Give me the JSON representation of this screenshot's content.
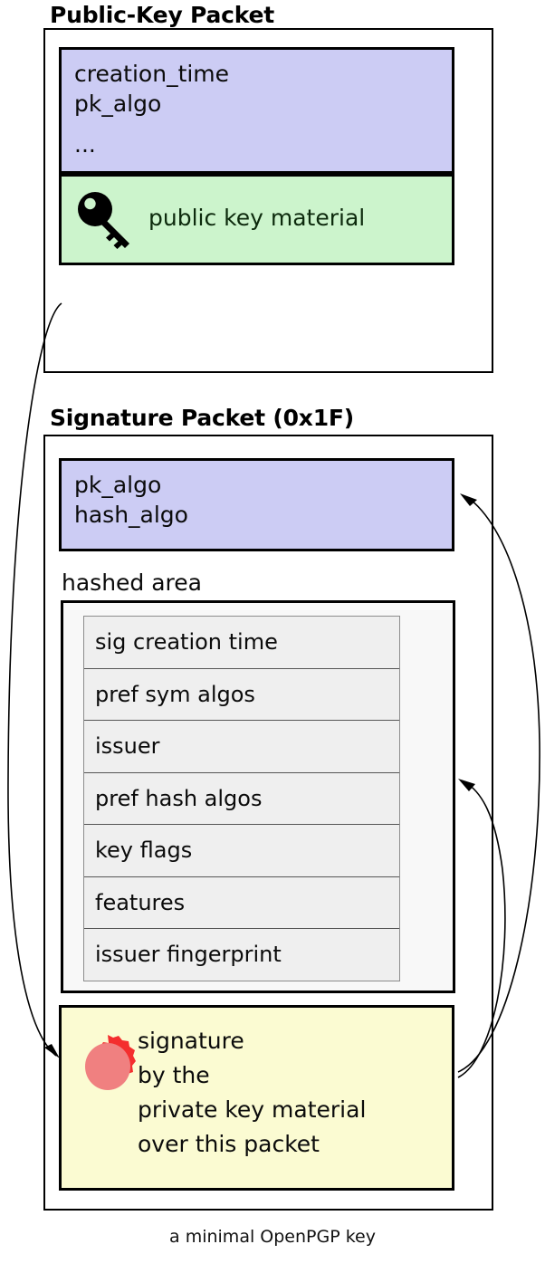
{
  "diagram": {
    "caption": "a minimal OpenPGP key"
  },
  "public_key_packet": {
    "title": "Public-Key Packet",
    "header_fields": {
      "lines": [
        "creation_time",
        "pk_algo",
        "..."
      ]
    },
    "key_material": {
      "label": "public key material",
      "icon": "key-icon"
    }
  },
  "signature_packet": {
    "title": "Signature Packet (0x1F)",
    "algo_fields": {
      "lines": [
        "pk_algo",
        "hash_algo"
      ]
    },
    "hashed_area": {
      "label": "hashed area",
      "subpackets": [
        "sig creation time",
        "pref sym algos",
        "issuer",
        "pref hash algos",
        "key flags",
        "features",
        "issuer fingerprint"
      ]
    },
    "signature_block": {
      "icon": "wax-seal-icon",
      "lines": [
        "signature",
        "by the",
        "private key material",
        "over this packet"
      ]
    }
  },
  "colors": {
    "lavender": "#ccccf4",
    "green": "#ccf4cc",
    "yellow": "#fbfbd2",
    "subpacket_gray": "#efefef",
    "hashed_area_bg": "#f8f8f8",
    "seal_outer": "#f42e2e",
    "seal_inner": "#f08080",
    "stroke": "#000000"
  },
  "arrows": [
    {
      "name": "public-key-to-signature",
      "from": "public-key-packet",
      "to": "signature-block"
    },
    {
      "name": "signature-to-algo-fields",
      "from": "signature-block",
      "to": "algo-fields"
    },
    {
      "name": "signature-to-hashed-area",
      "from": "signature-block",
      "to": "hashed-area"
    }
  ]
}
